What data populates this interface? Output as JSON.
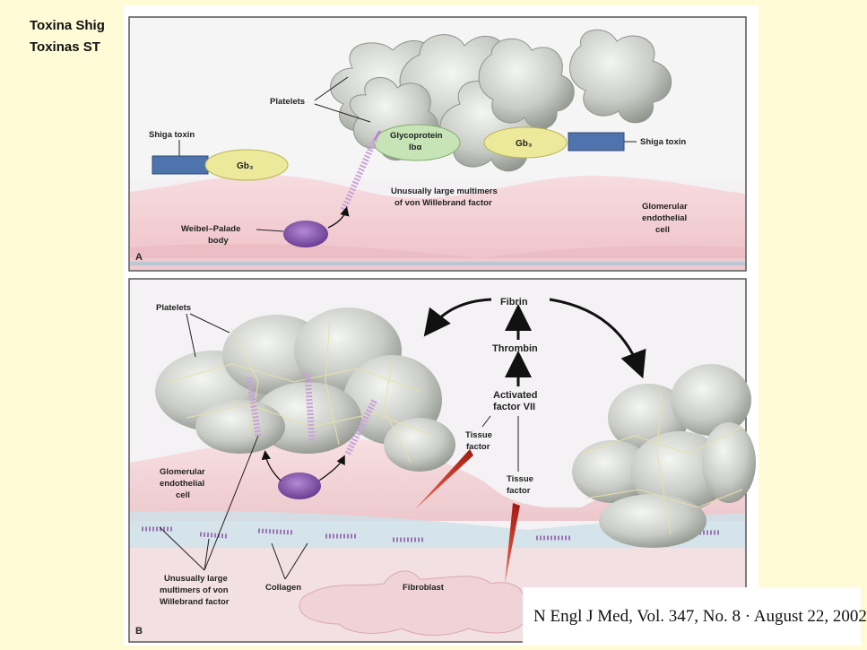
{
  "slide": {
    "title_line1": "Toxina Shig",
    "title_line2": "Toxinas ST"
  },
  "panel_a": {
    "letter": "A",
    "platelets": "Platelets",
    "shiga_left": "Shiga toxin",
    "shiga_right": "Shiga toxin",
    "gb3_left": "Gb₃",
    "gb3_right": "Gb₃",
    "glyco_line1": "Glycoprotein",
    "glyco_line2": "Ibα",
    "multimers_line1": "Unusually large multimers",
    "multimers_line2": "of von Willebrand factor",
    "weibel_line1": "Weibel–Palade",
    "weibel_line2": "body",
    "cell_line1": "Glomerular",
    "cell_line2": "endothelial",
    "cell_line3": "cell"
  },
  "panel_b": {
    "letter": "B",
    "platelets": "Platelets",
    "fibrin": "Fibrin",
    "thrombin": "Thrombin",
    "activated_line1": "Activated",
    "activated_line2": "factor VII",
    "tissue1_line1": "Tissue",
    "tissue1_line2": "factor",
    "tissue2_line1": "Tissue",
    "tissue2_line2": "factor",
    "cell_line1": "Glomerular",
    "cell_line2": "endothelial",
    "cell_line3": "cell",
    "vwf_line1": "Unusually large",
    "vwf_line2": "multimers of von",
    "vwf_line3": "Willebrand factor",
    "collagen": "Collagen",
    "fibroblast": "Fibroblast"
  },
  "citation": {
    "text": "N Engl J Med, Vol. 347, No. 8  ·  August 22, 2002"
  },
  "colors": {
    "background": "#fffbd6",
    "gb3": "#ecea9a",
    "shiga_toxin": "#4f74ad",
    "glycoprotein": "#c6e4b6",
    "weibel_palade": "#8a5ab0",
    "tissue_factor": "#d43a2a",
    "endothelium": "#f4d4d8"
  }
}
